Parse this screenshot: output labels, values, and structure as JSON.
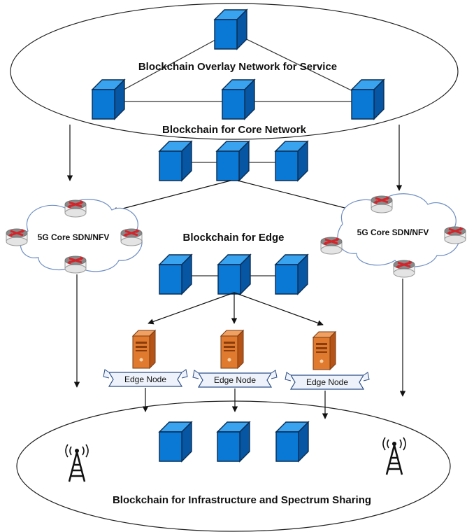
{
  "labels": {
    "overlay": "Blockchain Overlay Network for Service",
    "core_network": "Blockchain for Core Network",
    "edge": "Blockchain for Edge",
    "infrastructure": "Blockchain for Infrastructure and Spectrum Sharing"
  },
  "clouds": {
    "left": "5G Core SDN/NFV",
    "right": "5G Core SDN/NFV"
  },
  "edge_nodes": [
    "Edge Node",
    "Edge Node",
    "Edge Node"
  ],
  "colors": {
    "block_front": "#0a79d6",
    "block_top": "#3aa3f0",
    "block_side": "#0656a4",
    "router": "#c9262c",
    "server": "#e07a2e",
    "line": "#222222"
  },
  "icons": [
    "blockchain-block-icon",
    "router-icon",
    "server-icon",
    "cell-tower-icon",
    "cloud-icon"
  ]
}
